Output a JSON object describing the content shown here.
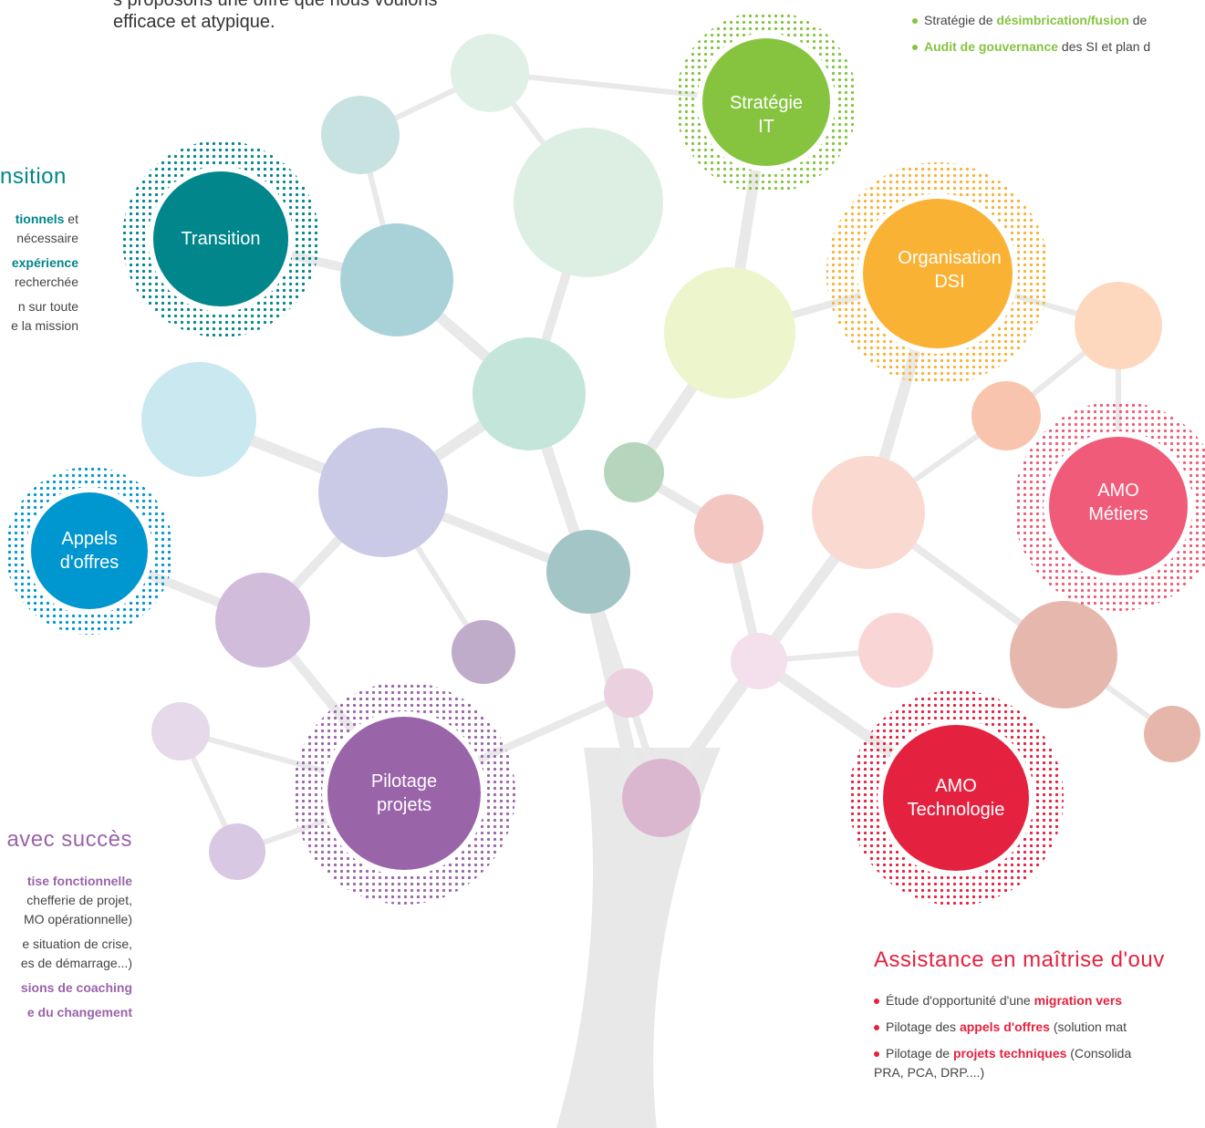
{
  "intro": {
    "line1": "s proposons une offre que nous voulons",
    "line2": "efficace et atypique."
  },
  "transition_section": {
    "title": "nsition",
    "line1_bold": "tionnels",
    "line1_rest": " et",
    "line2": "nécessaire",
    "line3_bold": "expérience",
    "line4": "recherchée",
    "line5": "n sur toute",
    "line6": "e la mission"
  },
  "strategie_section": {
    "bullet1_prefix": "Stratégie de ",
    "bullet1_bold": "désimbrication/fusion",
    "bullet1_suffix": " de",
    "bullet2_bold": "Audit de gouvernance",
    "bullet2_suffix": " des SI et plan d"
  },
  "pilotage_section": {
    "title": "avec succès",
    "line1_bold": "tise fonctionnelle",
    "line2": "chefferie de projet,",
    "line3": "MO opérationnelle)",
    "line4": "e situation de crise,",
    "line5": "es de démarrage...)",
    "line6_bold": "sions de coaching",
    "line7_bold": "e du changement"
  },
  "amo_section": {
    "title": "Assistance en maîtrise d'ouv",
    "bullet1_prefix": "Étude d'opportunité d'une ",
    "bullet1_bold": "migration vers",
    "bullet2_prefix": "Pilotage des ",
    "bullet2_bold": "appels d'offres",
    "bullet2_suffix": " (solution mat",
    "bullet3_prefix": "Pilotage de ",
    "bullet3_bold": "projets techniques",
    "bullet3_suffix": " (Consolida",
    "bullet3_line2": "PRA, PCA, DRP....)"
  },
  "hubs": {
    "transition": {
      "line1": "Transition",
      "line2": ""
    },
    "appels": {
      "line1": "Appels",
      "line2": "d'offres"
    },
    "pilotage": {
      "line1": "Pilotage",
      "line2": "projets"
    },
    "strategie": {
      "line1": "Stratégie",
      "line2": "IT"
    },
    "organisation": {
      "line1": "Organisation",
      "line2": "DSI"
    },
    "amo_metiers": {
      "line1": "AMO",
      "line2": "Métiers"
    },
    "amo_techno": {
      "line1": "AMO",
      "line2": "Technologie"
    }
  },
  "colors": {
    "transition": "#00868b",
    "appels": "#0096cf",
    "pilotage": "#9a64a9",
    "strategie": "#86c440",
    "organisation": "#f9b233",
    "amo_metiers": "#ef5b78",
    "amo_techno": "#e4223f",
    "trunk": "#e9e9e9"
  }
}
